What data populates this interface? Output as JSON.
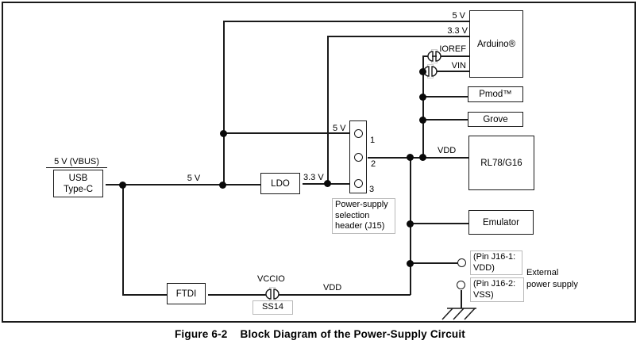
{
  "diagram": {
    "caption": {
      "figure": "Figure 6-2",
      "title": "Block Diagram of the Power-Supply Circuit"
    },
    "blocks": {
      "usb": {
        "top_label": "5 V (VBUS)",
        "line1": "USB",
        "line2": "Type-C"
      },
      "ldo": {
        "label": "LDO"
      },
      "ftdi": {
        "label": "FTDI"
      },
      "arduino": {
        "label": "Arduino®"
      },
      "pmod": {
        "label": "Pmod™"
      },
      "grove": {
        "label": "Grove"
      },
      "rl78": {
        "label": "RL78/G16"
      },
      "emulator": {
        "label": "Emulator"
      }
    },
    "header_j15": {
      "pin1": "1",
      "pin2": "2",
      "pin3": "3",
      "caption_line1": "Power-supply",
      "caption_line2": "selection",
      "caption_line3": "header (J15)"
    },
    "wire_labels": {
      "usb_5v": "5 V",
      "pin1_5v": "5 V",
      "ldo_out_3v3": "3.3 V",
      "arduino_5v": "5 V",
      "arduino_3v3": "3.3 V",
      "ioref": "IOREF",
      "vin": "VIN",
      "vdd_main": "VDD",
      "vccio": "VCCIO",
      "vdd_bottom": "VDD"
    },
    "ss14": {
      "label": "SS14"
    },
    "external": {
      "pin1_line1": "(Pin J16-1:",
      "pin1_line2": "VDD)",
      "pin2_line1": "(Pin J16-2:",
      "pin2_line2": "VSS)",
      "note_line1": "External",
      "note_line2": "power supply"
    },
    "colors": {
      "line": "#1a1a1a",
      "gray_box_border": "#b9b9b9",
      "background": "#ffffff",
      "text": "#000000"
    }
  }
}
